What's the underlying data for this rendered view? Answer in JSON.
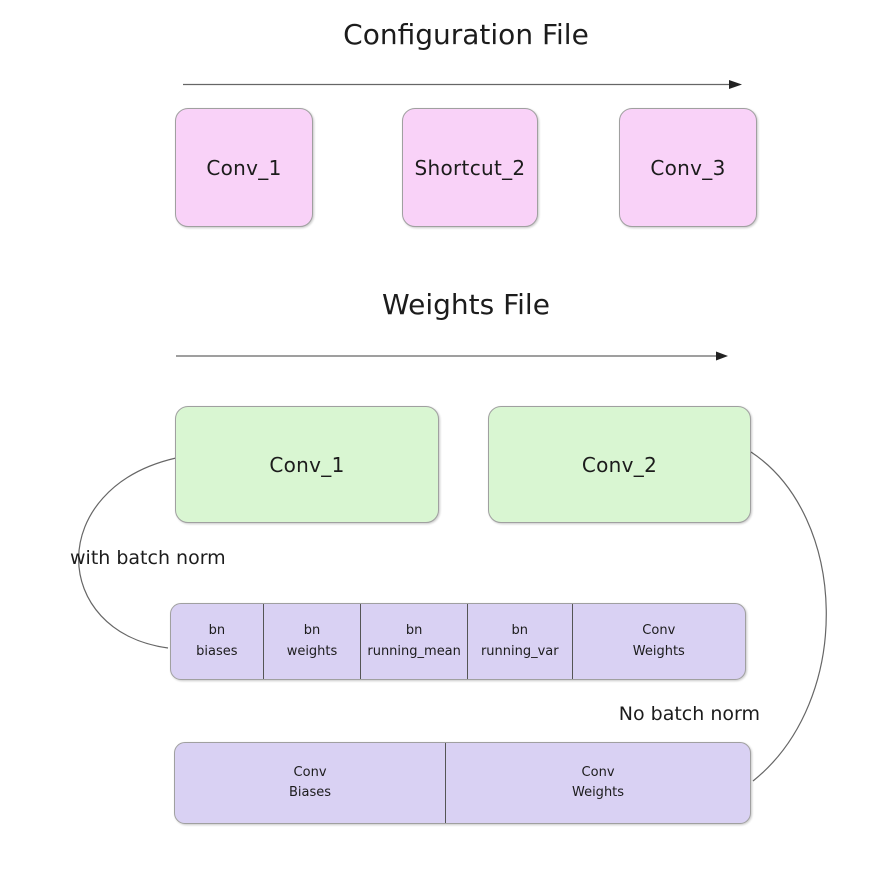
{
  "colors": {
    "pink": "#f9d2f8",
    "green": "#d9f6d2",
    "purple": "#d9d1f3",
    "box-border": "#a0a0a0",
    "line": "#666666",
    "text": "#1c1c1c"
  },
  "config_section": {
    "title": "Configuration File",
    "boxes": [
      {
        "label": "Conv_1"
      },
      {
        "label": "Shortcut_2"
      },
      {
        "label": "Conv_3"
      }
    ]
  },
  "weights_section": {
    "title": "Weights File",
    "boxes": [
      {
        "label": "Conv_1"
      },
      {
        "label": "Conv_2"
      }
    ],
    "with_bn_label": "with batch norm",
    "no_bn_label": "No batch norm",
    "bn_row": [
      {
        "line1": "bn",
        "line2": "biases"
      },
      {
        "line1": "bn",
        "line2": "weights"
      },
      {
        "line1": "bn",
        "line2": "running_mean"
      },
      {
        "line1": "bn",
        "line2": "running_var"
      },
      {
        "line1": "Conv",
        "line2": "Weights"
      }
    ],
    "no_bn_row": [
      {
        "line1": "Conv",
        "line2": "Biases"
      },
      {
        "line1": "Conv",
        "line2": "Weights"
      }
    ]
  }
}
